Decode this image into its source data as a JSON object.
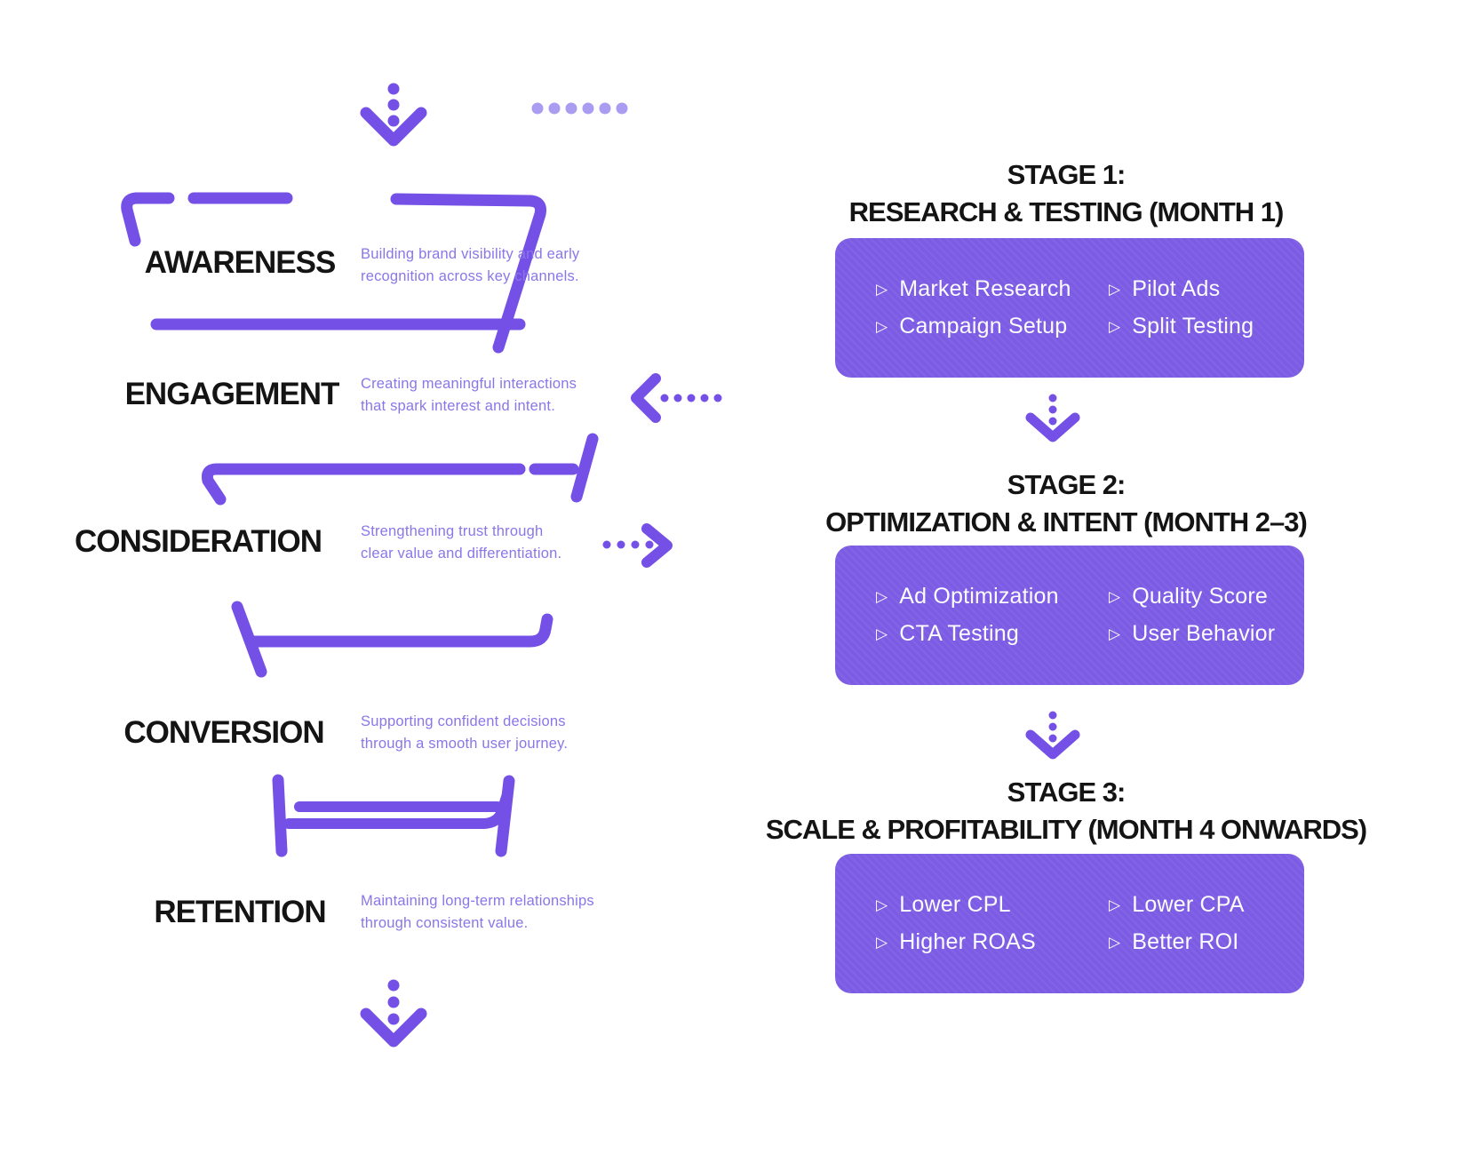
{
  "colors": {
    "accent": "#7450E6",
    "accent_light": "#AA9CF0",
    "box_fill": "#7C5CE4",
    "desc_text": "#8B76E9",
    "heading_text": "#141414",
    "item_text": "#FDFCFF"
  },
  "funnel_stages": [
    {
      "label": "AWARENESS",
      "desc_line1": "Building brand visibility and early",
      "desc_line2": "recognition across key channels."
    },
    {
      "label": "ENGAGEMENT",
      "desc_line1": "Creating meaningful interactions",
      "desc_line2": "that spark interest and intent."
    },
    {
      "label": "CONSIDERATION",
      "desc_line1": "Strengthening trust through",
      "desc_line2": "clear value and differentiation."
    },
    {
      "label": "CONVERSION",
      "desc_line1": "Supporting confident decisions",
      "desc_line2": "through a smooth user journey."
    },
    {
      "label": "RETENTION",
      "desc_line1": "Maintaining long-term relationships",
      "desc_line2": "through consistent value."
    }
  ],
  "stages": [
    {
      "title_line1": "STAGE 1:",
      "title_line2": "RESEARCH & TESTING (MONTH 1)",
      "bullet": "▷",
      "col1": [
        "Market Research",
        "Campaign Setup"
      ],
      "col2": [
        "Pilot Ads",
        "Split Testing"
      ]
    },
    {
      "title_line1": "STAGE 2:",
      "title_line2": "OPTIMIZATION & INTENT (MONTH 2–3)",
      "bullet": "▷",
      "col1": [
        "Ad Optimization",
        "CTA Testing"
      ],
      "col2": [
        "Quality Score",
        "User Behavior"
      ]
    },
    {
      "title_line1": "STAGE 3:",
      "title_line2": "SCALE & PROFITABILITY (MONTH 4 ONWARDS)",
      "bullet": "▷",
      "col1": [
        "Lower CPL",
        "Higher ROAS"
      ],
      "col2": [
        "Lower CPA",
        "Better ROI"
      ]
    }
  ]
}
